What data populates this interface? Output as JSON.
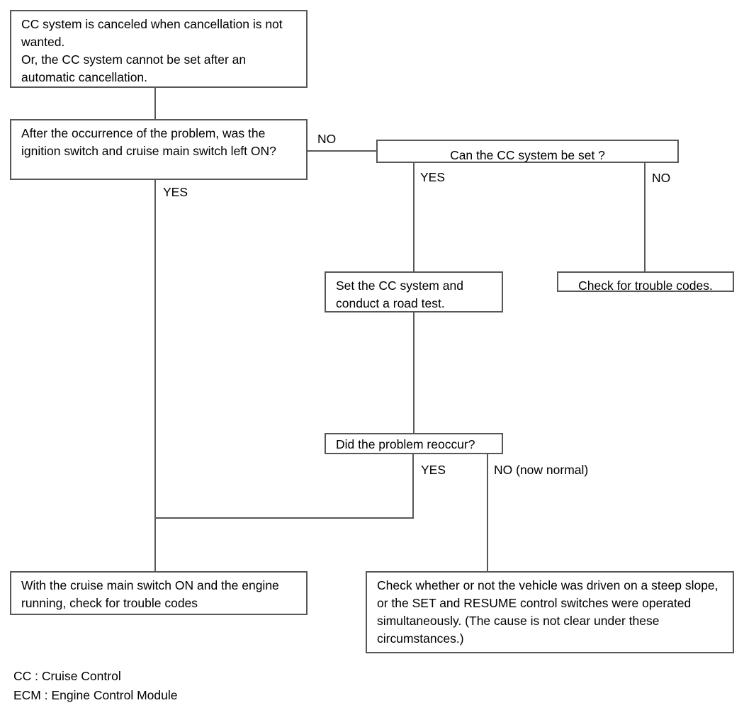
{
  "diagram": {
    "title": "CC system troubleshooting flowchart",
    "line_color": "#575757",
    "text_color": "#000000",
    "background": "#ffffff",
    "nodes": {
      "problem_statement": "CC system is canceled when cancellation is not wanted.\nOr, the CC system cannot be set after an automatic cancellation.",
      "question_ignition": "After the occurrence of the problem, was the ignition switch and cruise main switch left ON?",
      "question_can_set": "Can the CC system be set ?",
      "action_set_and_road_test": "Set the CC system and conduct a road test.",
      "action_check_trouble_codes": "Check for trouble codes.",
      "question_reoccur": "Did the problem reoccur?",
      "action_cruise_switch_on": "With the cruise main switch ON and the engine running, check for trouble codes",
      "action_check_steep_slope": "Check whether or not the vehicle was driven on a steep slope, or the SET and RESUME control switches were operated simultaneously. (The cause is not clear under these circumstances.)"
    },
    "edge_labels": {
      "ignition_no": "NO",
      "ignition_yes": "YES",
      "can_set_yes": "YES",
      "can_set_no": "NO",
      "reoccur_yes": "YES",
      "reoccur_no": "NO (now normal)"
    },
    "legend": [
      "CC : Cruise Control",
      "ECM : Engine Control Module"
    ]
  }
}
